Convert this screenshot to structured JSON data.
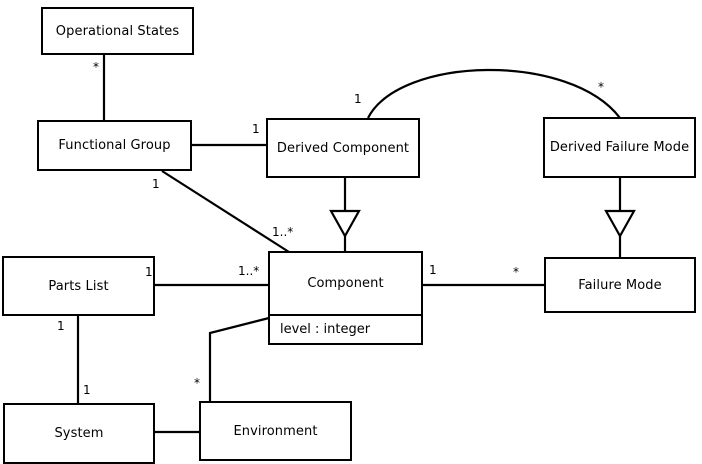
{
  "diagram": {
    "kind": "uml-class-diagram",
    "background_color": "#ffffff",
    "line_color": "#000000",
    "classes": [
      {
        "id": "operational-states",
        "name": "Operational States"
      },
      {
        "id": "functional-group",
        "name": "Functional Group"
      },
      {
        "id": "derived-component",
        "name": "Derived Component"
      },
      {
        "id": "derived-failure-mode",
        "name": "Derived Failure Mode"
      },
      {
        "id": "parts-list",
        "name": "Parts List"
      },
      {
        "id": "component",
        "name": "Component",
        "attribute": "level : integer"
      },
      {
        "id": "failure-mode",
        "name": "Failure Mode"
      },
      {
        "id": "system",
        "name": "System"
      },
      {
        "id": "environment",
        "name": "Environment"
      }
    ],
    "multiplicities": {
      "operational_states_to_functional_group": "*",
      "functional_group_to_derived_component": "1",
      "functional_group_to_component": "1",
      "component_from_functional_group": "1..*",
      "derived_component_to_derived_failure_mode": "1",
      "derived_failure_mode_from_derived_component": "*",
      "parts_list_to_component": "1",
      "component_from_parts_list": "1..*",
      "parts_list_to_system": "1",
      "system_from_parts_list": "1",
      "component_to_failure_mode": "1",
      "failure_mode_from_component": "*",
      "environment_to_component": "*"
    }
  }
}
